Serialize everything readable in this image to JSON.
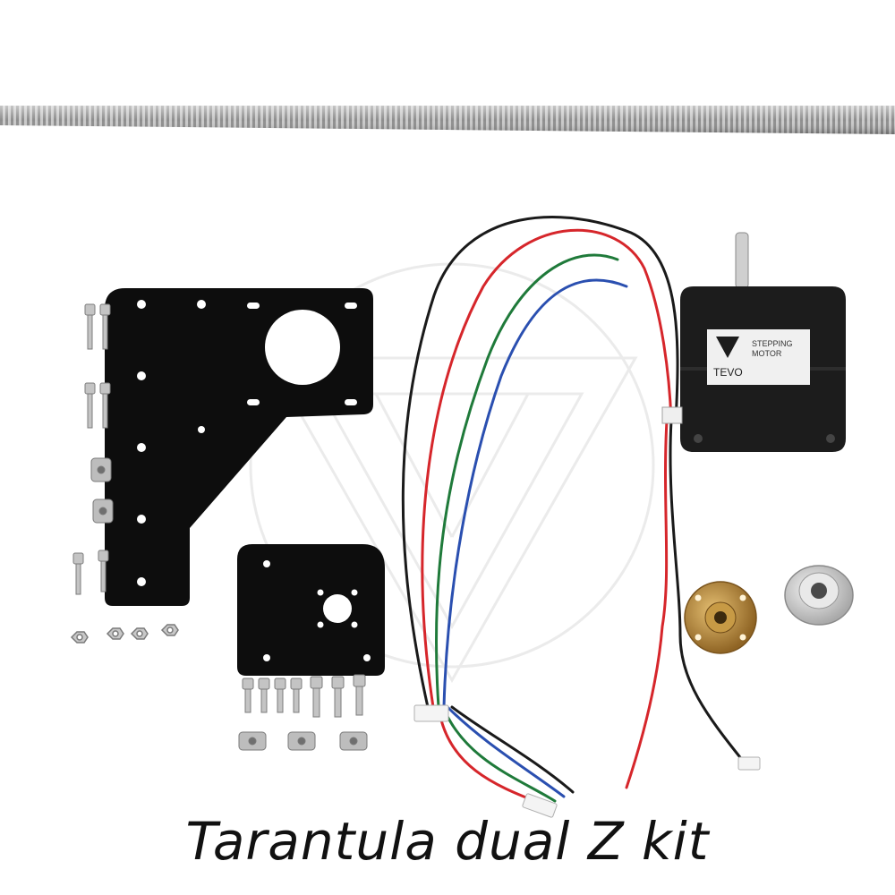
{
  "caption": "Tarantula dual Z kit",
  "motor_label": {
    "brand": "TEVO",
    "line1": "STEPPING",
    "line2": "MOTOR"
  },
  "colors": {
    "background": "#ffffff",
    "plate": "#0d0d0d",
    "rod": "#b9b9b9",
    "motor_body": "#1c1c1c",
    "wire_red": "#d6262b",
    "wire_black": "#1a1a1a",
    "wire_green": "#1f7a3a",
    "wire_blue": "#2a4fb0",
    "brass": "#b8893c",
    "aluminium": "#d8d8d8",
    "watermark": "#e6e6e6"
  }
}
